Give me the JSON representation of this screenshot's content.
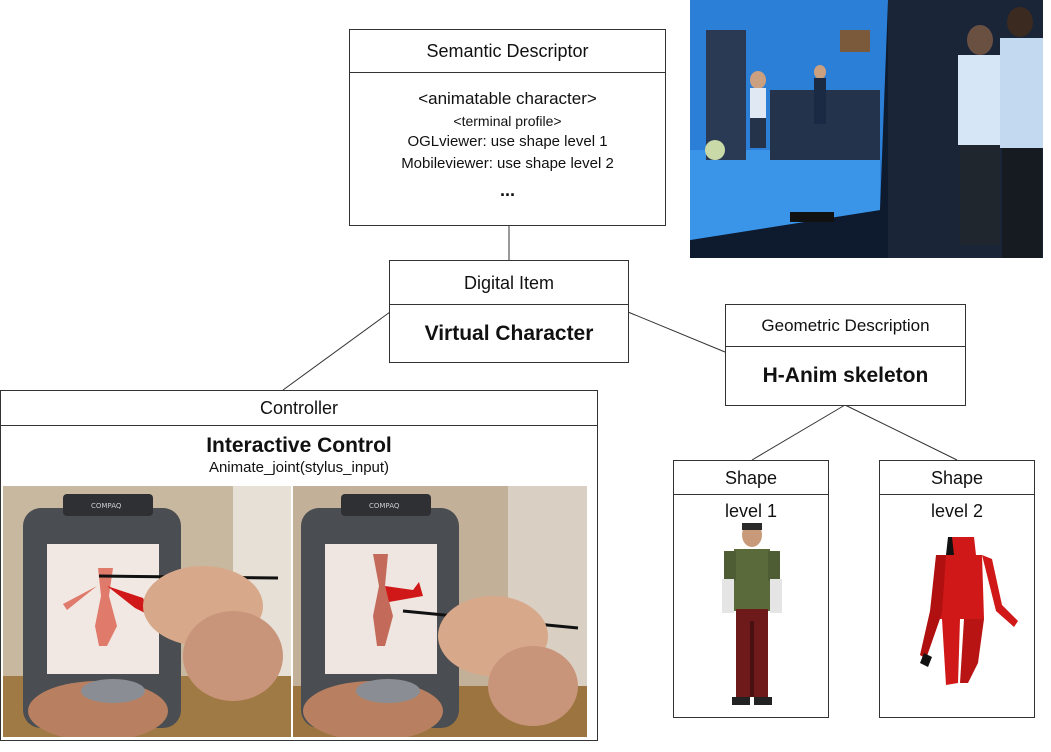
{
  "semantic_descriptor": {
    "title": "Semantic Descriptor",
    "lines": [
      "<animatable character>",
      "<terminal profile>",
      "OGLviewer: use shape level 1",
      "Mobileviewer: use shape level 2",
      "..."
    ]
  },
  "digital_item": {
    "title": "Digital Item",
    "body": "Virtual Character"
  },
  "geometric_description": {
    "title": "Geometric Description",
    "body": "H-Anim skeleton"
  },
  "controller": {
    "title": "Controller",
    "body": "Interactive Control",
    "subtitle": "Animate_joint(stylus_input)"
  },
  "shape1": {
    "title": "Shape",
    "body": "level 1"
  },
  "shape2": {
    "title": "Shape",
    "body": "level 2"
  },
  "photos": {
    "pda_brand": "COMPAQ"
  },
  "colors": {
    "border": "#333333",
    "wall_blue": "#2c7fd6",
    "character_red": "#d11818"
  }
}
